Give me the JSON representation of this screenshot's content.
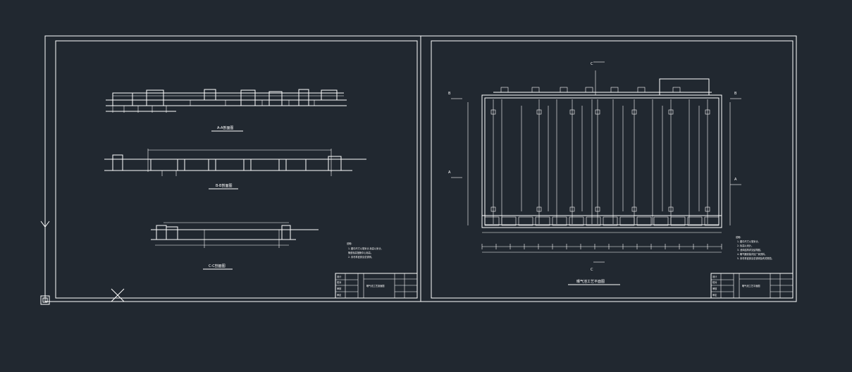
{
  "left_sheet": {
    "section_labels": [
      "A-A剖面图",
      "B-B剖面图",
      "C-C剖面图"
    ],
    "notes_heading": "说明:",
    "notes": [
      "1. 图中尺寸以毫米计,标高以米计。",
      "   管道标高指管中心标高。",
      "2. 未尽事宜参见总说明。"
    ],
    "title_block": {
      "drawing_title": "曝气池工艺剖面图",
      "rows": [
        "设计",
        "校对",
        "审核",
        "审定"
      ]
    }
  },
  "right_sheet": {
    "plan_title": "曝气池工艺平面图",
    "section_markers": [
      "C",
      "C",
      "A",
      "A",
      "B",
      "B"
    ],
    "notes_heading": "说明:",
    "notes": [
      "1. 图中尺寸以毫米计。",
      "2. 标高以米计。",
      "3. 池体结构详见结构图。",
      "4. 曝气器安装详见厂家资料。",
      "5. 未尽事宜参见总说明及有关规范。"
    ],
    "title_block": {
      "drawing_title": "曝气池工艺平面图",
      "rows": [
        "设计",
        "校对",
        "审核",
        "审定"
      ]
    }
  }
}
